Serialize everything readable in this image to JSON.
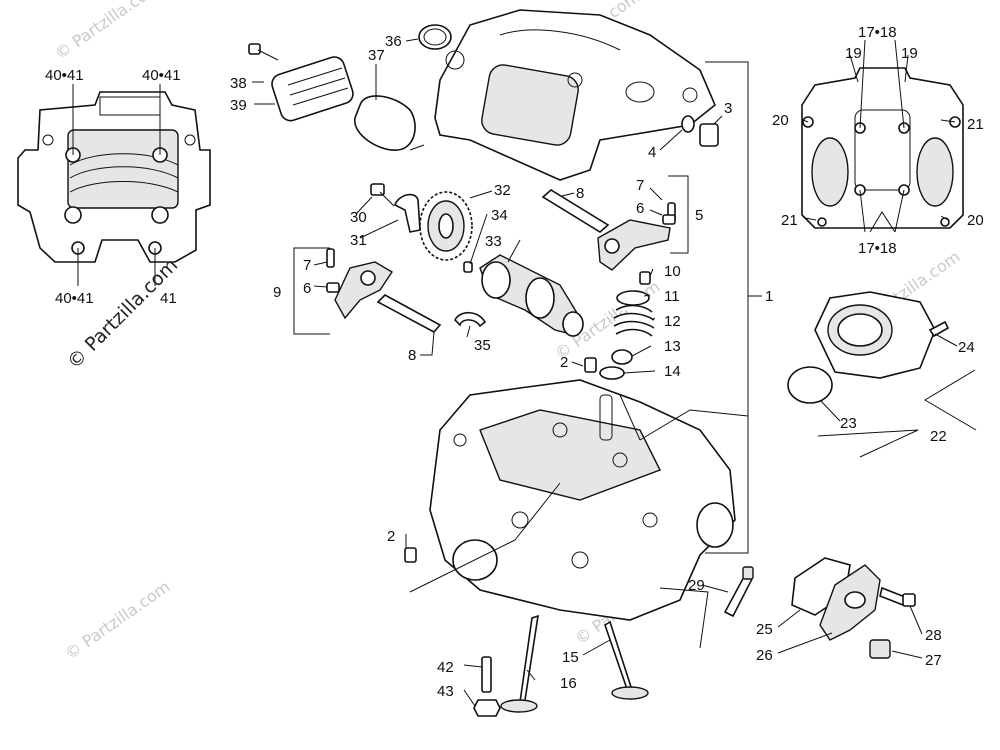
{
  "watermarks": {
    "main": "© Partzilla.com",
    "faint": "© Partzilla.com"
  },
  "callouts": [
    {
      "id": "c40a",
      "text": "40•41"
    },
    {
      "id": "c40b",
      "text": "40•41"
    },
    {
      "id": "c40c",
      "text": "40•41"
    },
    {
      "id": "c40d",
      "text": "41"
    },
    {
      "id": "c36",
      "text": "36"
    },
    {
      "id": "c37",
      "text": "37"
    },
    {
      "id": "c38",
      "text": "38"
    },
    {
      "id": "c39",
      "text": "39"
    },
    {
      "id": "c3",
      "text": "3"
    },
    {
      "id": "c4",
      "text": "4"
    },
    {
      "id": "c1718a",
      "text": "17•18"
    },
    {
      "id": "c19a",
      "text": "19"
    },
    {
      "id": "c19b",
      "text": "19"
    },
    {
      "id": "c20a",
      "text": "20"
    },
    {
      "id": "c21a",
      "text": "21"
    },
    {
      "id": "c21b",
      "text": "21"
    },
    {
      "id": "c20b",
      "text": "20"
    },
    {
      "id": "c1718b",
      "text": "17•18"
    },
    {
      "id": "c32",
      "text": "32"
    },
    {
      "id": "c30",
      "text": "30"
    },
    {
      "id": "c34",
      "text": "34"
    },
    {
      "id": "c31",
      "text": "31"
    },
    {
      "id": "c33",
      "text": "33"
    },
    {
      "id": "c8a",
      "text": "8"
    },
    {
      "id": "c7a",
      "text": "7"
    },
    {
      "id": "c6a",
      "text": "6"
    },
    {
      "id": "c5",
      "text": "5"
    },
    {
      "id": "c7b",
      "text": "7"
    },
    {
      "id": "c9",
      "text": "9"
    },
    {
      "id": "c6b",
      "text": "6"
    },
    {
      "id": "c10",
      "text": "10"
    },
    {
      "id": "c11",
      "text": "11"
    },
    {
      "id": "c12",
      "text": "12"
    },
    {
      "id": "c1",
      "text": "1"
    },
    {
      "id": "c8b",
      "text": "8"
    },
    {
      "id": "c35",
      "text": "35"
    },
    {
      "id": "c13",
      "text": "13"
    },
    {
      "id": "c2a",
      "text": "2"
    },
    {
      "id": "c14",
      "text": "14"
    },
    {
      "id": "c24",
      "text": "24"
    },
    {
      "id": "c23",
      "text": "23"
    },
    {
      "id": "c22",
      "text": "22"
    },
    {
      "id": "c2b",
      "text": "2"
    },
    {
      "id": "c29",
      "text": "29"
    },
    {
      "id": "c28",
      "text": "28"
    },
    {
      "id": "c25",
      "text": "25"
    },
    {
      "id": "c26",
      "text": "26"
    },
    {
      "id": "c27",
      "text": "27"
    },
    {
      "id": "c15",
      "text": "15"
    },
    {
      "id": "c42",
      "text": "42"
    },
    {
      "id": "c16",
      "text": "16"
    },
    {
      "id": "c43",
      "text": "43"
    }
  ]
}
